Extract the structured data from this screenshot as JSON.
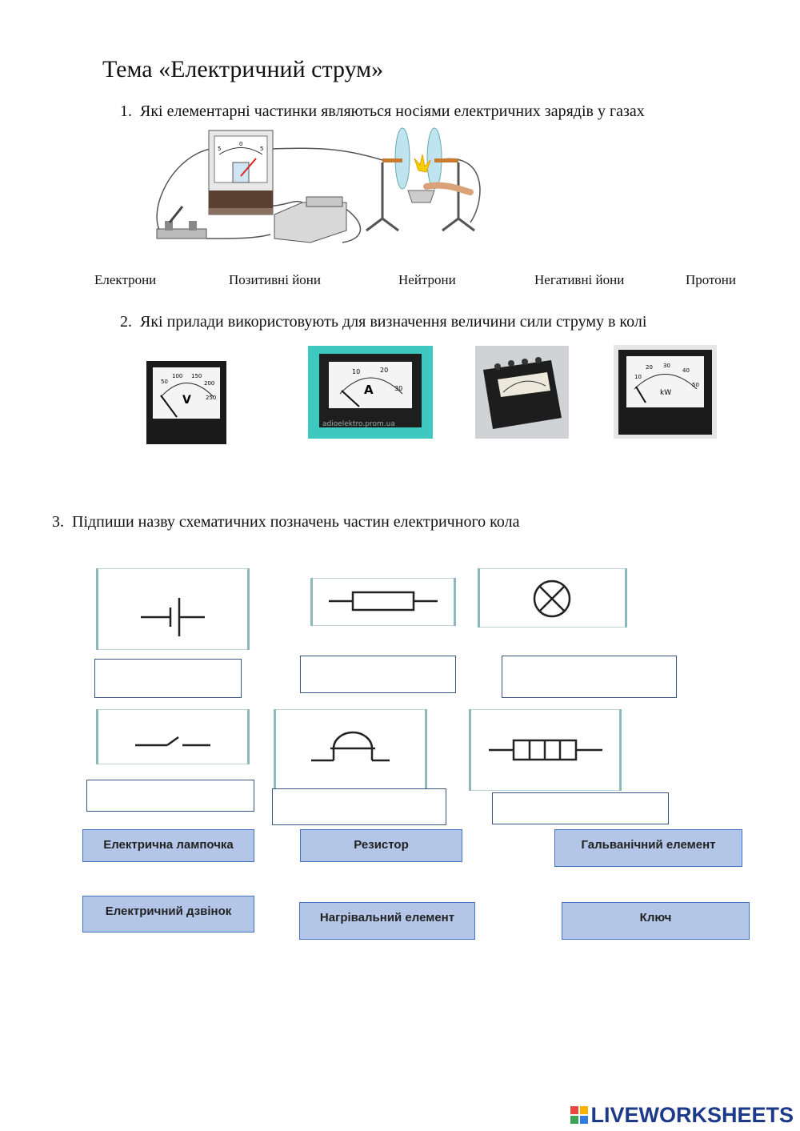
{
  "title": "Тема «Електричний струм»",
  "q1": {
    "number": "1.",
    "text": "Які елементарні частинки являються носіями електричних зарядів у газах"
  },
  "q1_options": [
    "Електрони",
    "Позитивні йони",
    "Нейтрони",
    "Негативні йони",
    "Протони"
  ],
  "q2": {
    "number": "2.",
    "text": "Які прилади використовують для визначення величини сили струму в колі"
  },
  "meters": {
    "voltmeter": {
      "unit": "V",
      "ticks": [
        "50",
        "100",
        "150",
        "200",
        "250"
      ]
    },
    "ammeter": {
      "unit": "A",
      "ticks": [
        "10",
        "20",
        "30"
      ],
      "watermark": "adioelektro.prom.ua"
    },
    "wattmeter": {
      "unit": "kW",
      "ticks": [
        "10",
        "20",
        "30",
        "40",
        "50"
      ]
    }
  },
  "galvanometer_scale": [
    "5",
    "0",
    "5"
  ],
  "q3": {
    "number": "3.",
    "text": "Підпиши назву схематичних позначень частин електричного кола"
  },
  "answers": [
    "Електрична лампочка",
    "Резистор",
    "Гальванічний елемент",
    "Електричний дзвінок",
    "Нагрівальний елемент",
    "Ключ"
  ],
  "logo": "LIVEWORKSHEETS",
  "colors": {
    "chip_fill": "#b4c6e7",
    "chip_border": "#4472c4",
    "blank_border": "#3b5780",
    "symbol_frame": "#8fb8bc",
    "logo": "#1d3a8a"
  }
}
